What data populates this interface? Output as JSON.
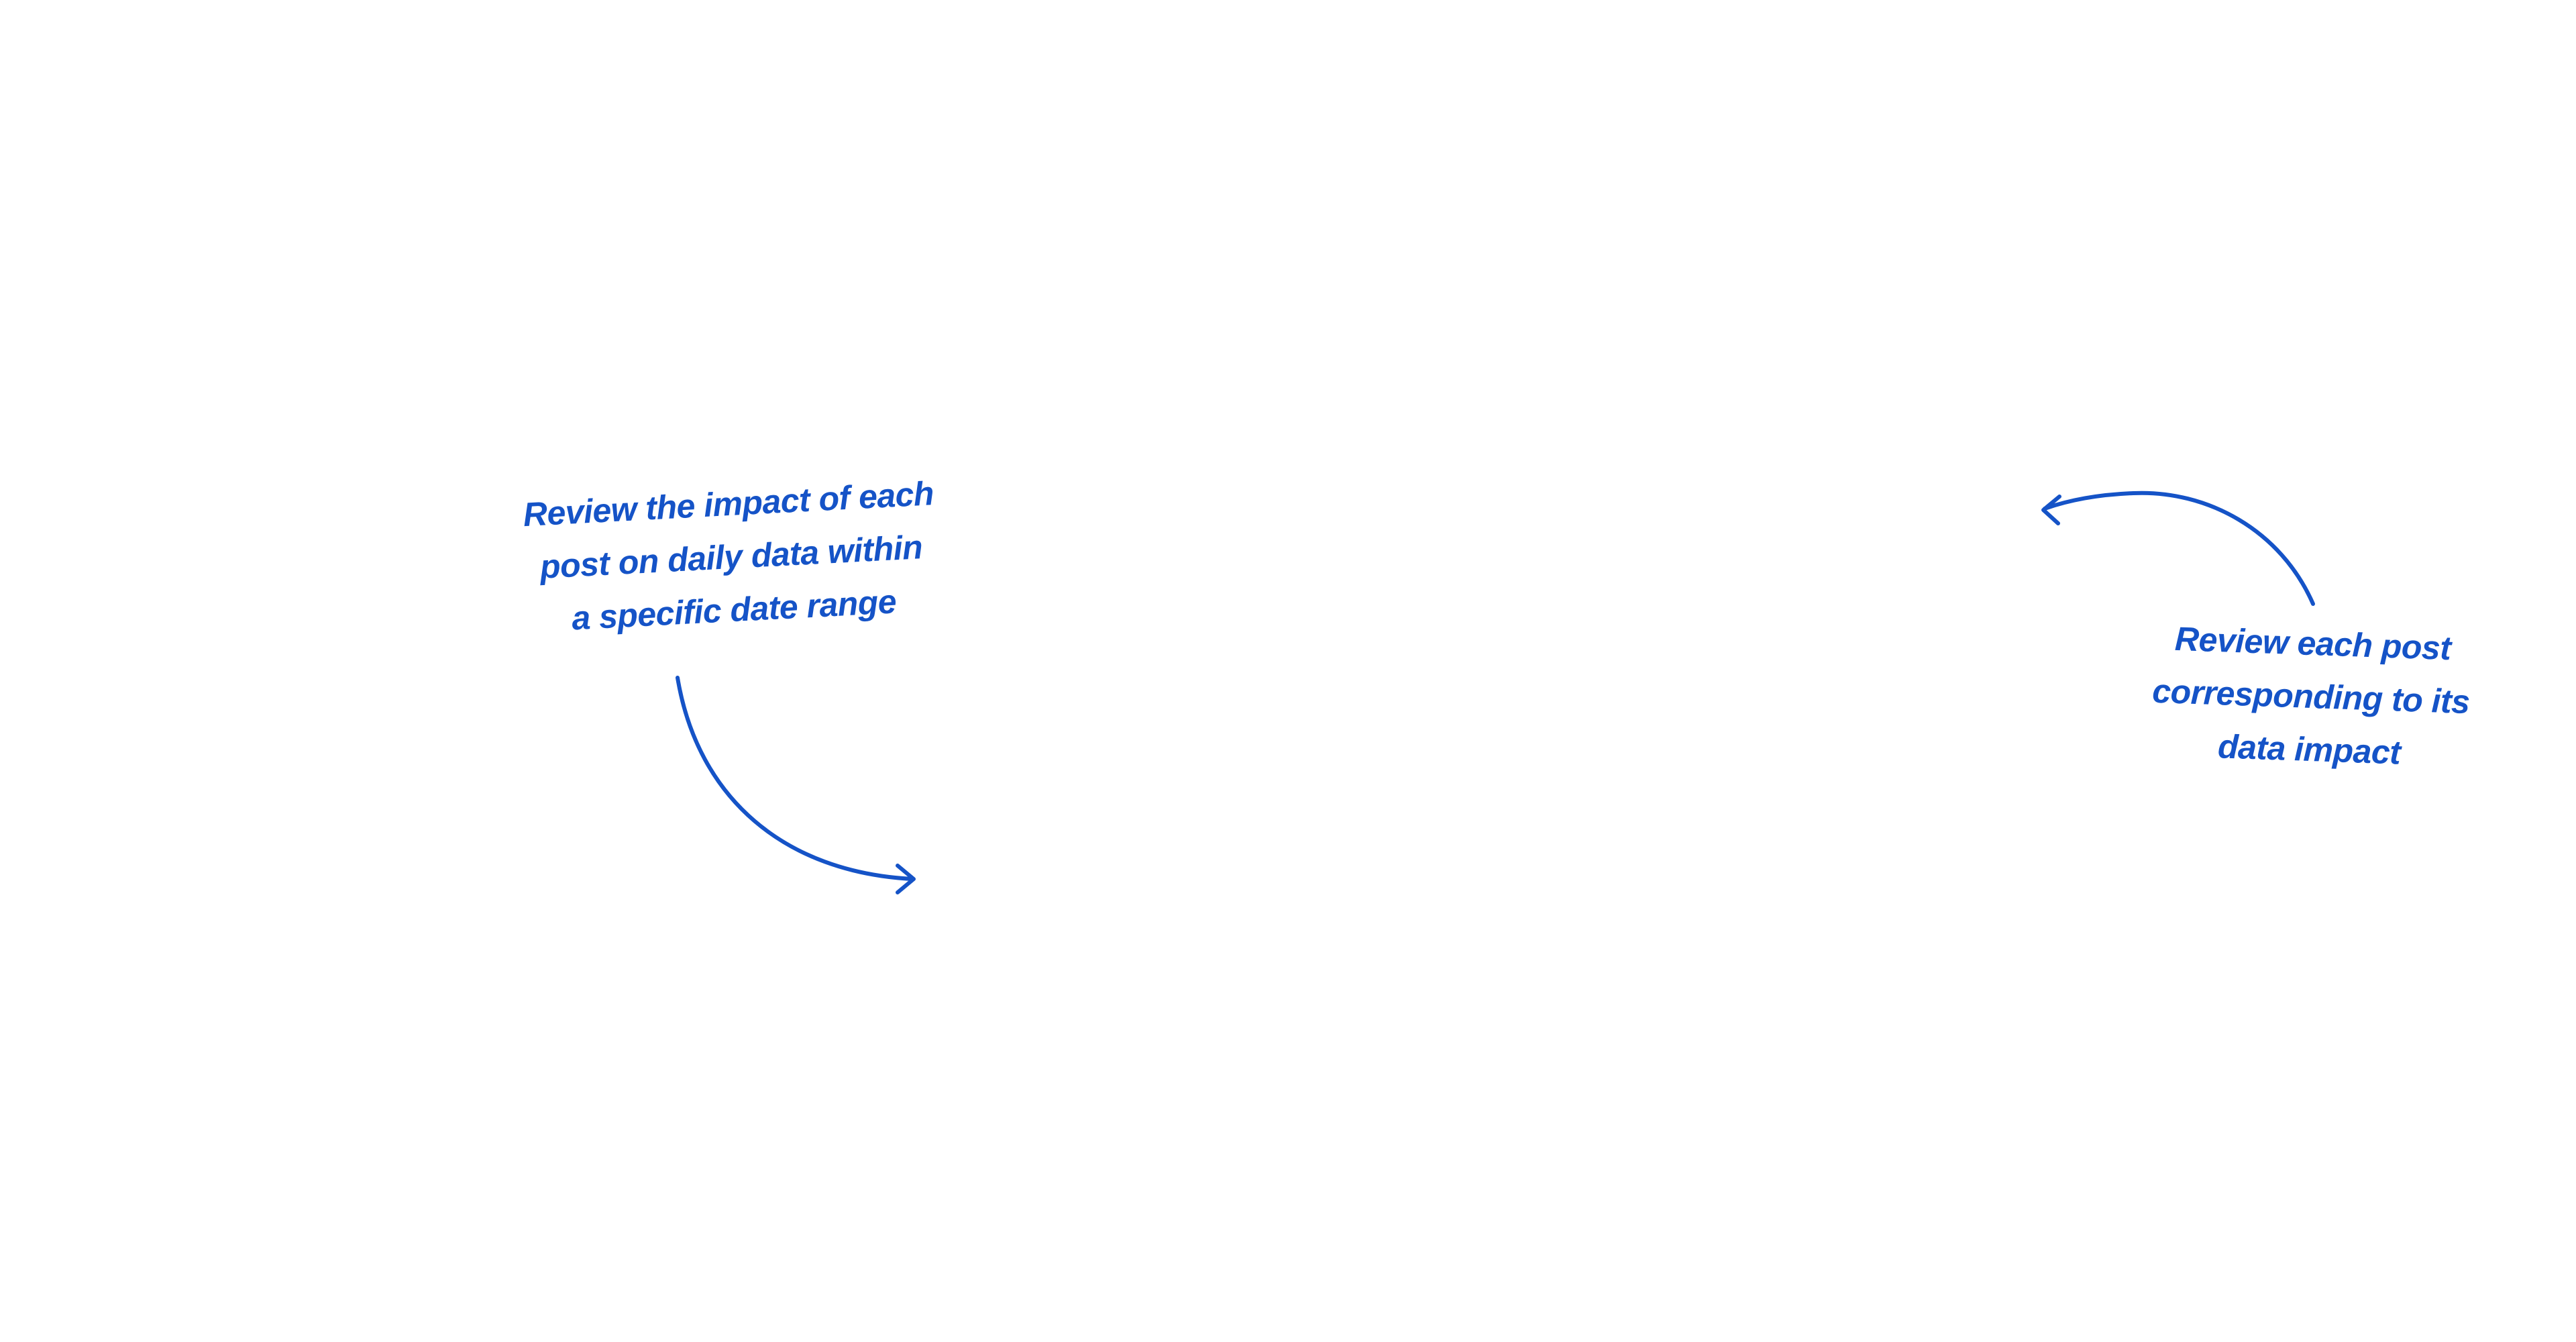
{
  "annotations": {
    "left": {
      "lines": [
        "Review the impact of each",
        "post on daily data within",
        "a specific date range"
      ]
    },
    "right": {
      "lines": [
        "Review each post",
        "corresponding to its",
        "data impact"
      ]
    }
  },
  "colors": {
    "annotation": "#1553c7",
    "background": "#ffffff"
  },
  "icons": {
    "left_arrow": "curved-arrow-right-icon",
    "right_arrow": "curved-arrow-left-icon"
  }
}
